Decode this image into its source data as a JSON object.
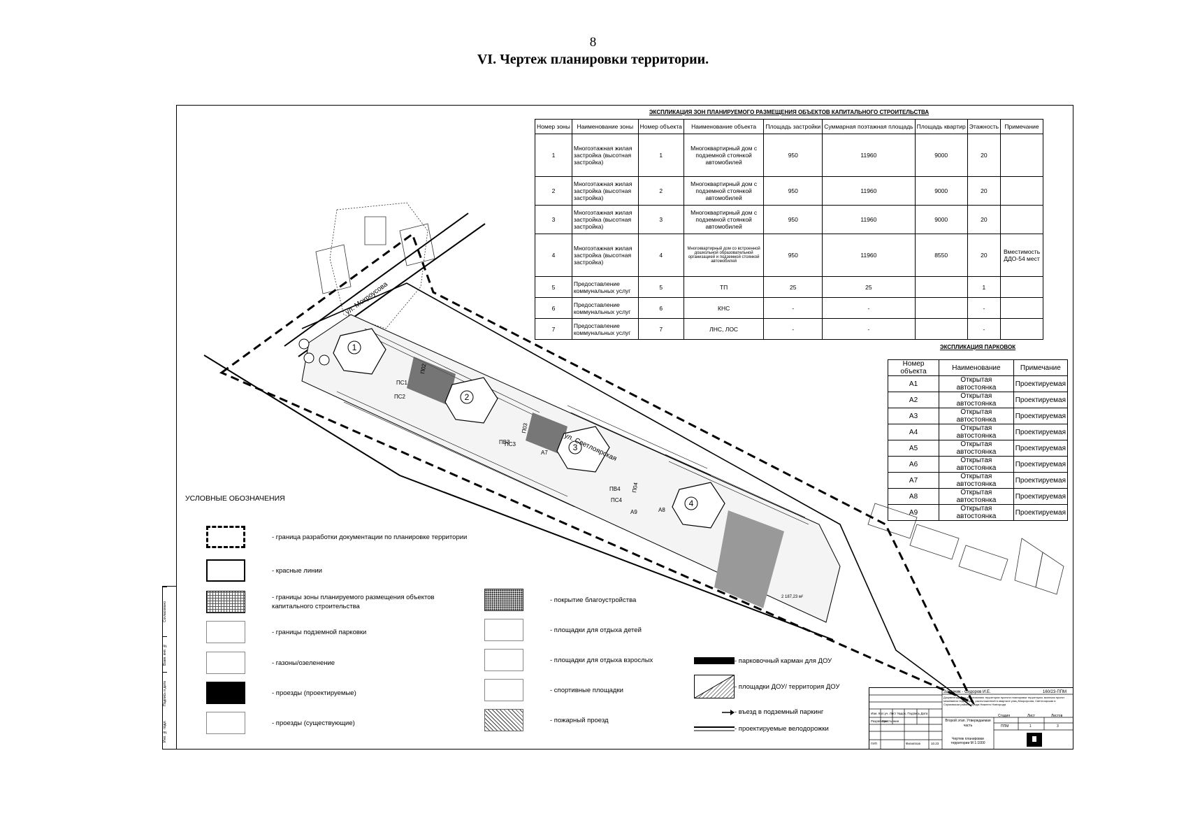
{
  "page_number": "8",
  "heading": "VI.     Чертеж планировки территории.",
  "zones_table": {
    "title": "ЭКСПЛИКАЦИЯ ЗОН ПЛАНИРУЕМОГО РАЗМЕЩЕНИЯ ОБЪЕКТОВ КАПИТАЛЬНОГО СТРОИТЕЛЬСТВА",
    "headers": [
      "Номер зоны",
      "Наименование зоны",
      "Номер объекта",
      "Наименование объекта",
      "Площадь застройки",
      "Суммарная поэтажная площадь",
      "Площадь квартир",
      "Этажность",
      "Примечание"
    ],
    "rows": [
      [
        "1",
        "Многоэтажная жилая застройка (высотная застройка)",
        "1",
        "Многоквартирный дом с подземной стоянкой автомобилей",
        "950",
        "11960",
        "9000",
        "20",
        ""
      ],
      [
        "2",
        "Многоэтажная жилая застройка (высотная застройка)",
        "2",
        "Многоквартирный дом с подземной стоянкой автомобилей",
        "950",
        "11960",
        "9000",
        "20",
        ""
      ],
      [
        "3",
        "Многоэтажная жилая застройка (высотная застройка)",
        "3",
        "Многоквартирный дом с подземной стоянкой автомобилей",
        "950",
        "11960",
        "9000",
        "20",
        ""
      ],
      [
        "4",
        "Многоэтажная жилая застройка (высотная застройка)",
        "4",
        "Многоквартирный дом со встроенной дошкольной образовательной организацией и подземной стоянкой автомобилей",
        "950",
        "11960",
        "8550",
        "20",
        "Вместимость ДДО-54 мест"
      ],
      [
        "5",
        "Предоставление коммунальных услуг",
        "5",
        "ТП",
        "25",
        "25",
        "",
        "1",
        ""
      ],
      [
        "6",
        "Предоставление коммунальных услуг",
        "6",
        "КНС",
        "-",
        "-",
        "",
        "-",
        ""
      ],
      [
        "7",
        "Предоставление коммунальных услуг",
        "7",
        "ЛНС, ЛОС",
        "-",
        "-",
        "",
        "-",
        ""
      ]
    ]
  },
  "parking_table": {
    "title": "ЭКСПЛИКАЦИЯ ПАРКОВОК",
    "headers": [
      "Номер объекта",
      "Наименование",
      "Примечание"
    ],
    "rows": [
      [
        "А1",
        "Открытая автостоянка",
        "Проектируемая"
      ],
      [
        "А2",
        "Открытая автостоянка",
        "Проектируемая"
      ],
      [
        "А3",
        "Открытая автостоянка",
        "Проектируемая"
      ],
      [
        "А4",
        "Открытая автостоянка",
        "Проектируемая"
      ],
      [
        "А5",
        "Открытая автостоянка",
        "Проектируемая"
      ],
      [
        "А6",
        "Открытая автостоянка",
        "Проектируемая"
      ],
      [
        "А7",
        "Открытая автостоянка",
        "Проектируемая"
      ],
      [
        "А8",
        "Открытая автостоянка",
        "Проектируемая"
      ],
      [
        "А9",
        "Открытая автостоянка",
        "Проектируемая"
      ]
    ]
  },
  "legend": {
    "title": "УСЛОВНЫЕ ОБОЗНАЧЕНИЯ",
    "left": [
      "- граница разработки документации по планировке территории",
      "- красные линии",
      "- границы зоны планируемого размещения объектов капитального строительства",
      "- границы подземной парковки",
      "- газоны/озеленение",
      "- проезды (проектируемые)",
      "- проезды (существующие)"
    ],
    "middle": [
      "- покрытие благоустройства",
      "- площадки для отдыха детей",
      "- площадки для отдыха взрослых",
      "- спортивные площадки",
      "- пожарный проезд"
    ],
    "right": [
      "- парковочный карман для ДОУ",
      "- площадки ДОУ/ территория ДОУ",
      "- въезд в подземный паркинг",
      "- проектируемые велодорожки"
    ]
  },
  "map_labels": {
    "street1": "ул. Мокроусова",
    "street2": "ул. Светлоярская",
    "area": "2 187,23 м²",
    "buildings": [
      "1",
      "2",
      "3",
      "4"
    ],
    "small": [
      "П02",
      "ПС1",
      "ПС2",
      "П03",
      "ПС3",
      "П04",
      "ПС4",
      "А7",
      "А8",
      "А9",
      "ПВ3",
      "ПВ4"
    ]
  },
  "stamp": {
    "customer": "Заказчик - Сидоров И.Е.",
    "code": "160/23-ППМ",
    "description": "Документация по обоснованию территории проекта планировки территории, включая проект межевания территории, расположенной в квартале улиц Мокроусова, Светлоярская в Сормовском районе города Нижнего Новгорода",
    "stage": "Второй этап. Утверждаемая часть",
    "sheet_title": "Чертеж планировки территории М 1:1000",
    "stage_hdr": "Стадия",
    "sheet_hdr": "Лист",
    "sheets_hdr": "Листов",
    "stage_val": "ППМ",
    "sheet_val": "1",
    "sheets_val": "3",
    "cols": "Изм. Кол.уч. Лист №док. Подпись Дата",
    "dev": "Разработал",
    "dev_name": "Крестьянин",
    "gip": "ГИП",
    "gip_name": "Филиппов",
    "date": "10.23"
  },
  "side_strip": [
    "Согласовано",
    "Взам. инв. №",
    "Подпись и дата",
    "Инв. № подл."
  ]
}
